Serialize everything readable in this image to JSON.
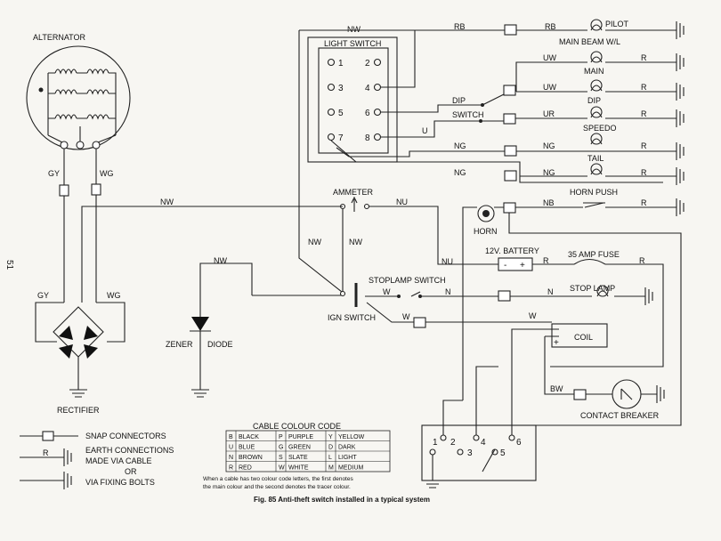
{
  "page_number": "51",
  "caption": "Fig. 85  Anti-theft switch installed in a typical system",
  "components": {
    "alternator": "ALTERNATOR",
    "rectifier": "RECTIFIER",
    "zener": "ZENER",
    "diode": "DIODE",
    "light_switch": "LIGHT SWITCH",
    "ammeter": "AMMETER",
    "ign_switch": "IGN SWITCH",
    "stoplamp_switch": "STOPLAMP SWITCH",
    "horn": "HORN",
    "horn_push": "HORN PUSH",
    "battery": "12V. BATTERY",
    "fuse": "35 AMP FUSE",
    "stop_lamp": "STOP LAMP",
    "coil": "COIL",
    "contact_breaker": "CONTACT BREAKER",
    "dip_switch": "DIP",
    "dip_switch_2": "SWITCH",
    "pilot": "PILOT",
    "main_beam": "MAIN BEAM W/L",
    "main": "MAIN",
    "dip_lamp": "DIP",
    "speedo": "SPEEDO",
    "tail": "TAIL"
  },
  "terminals": {
    "ls": [
      "1",
      "2",
      "3",
      "4",
      "5",
      "6",
      "7",
      "8"
    ],
    "sw": [
      "1",
      "2",
      "3",
      "4",
      "5",
      "6"
    ]
  },
  "wires": {
    "nw": "NW",
    "rb": "RB",
    "uw": "UW",
    "ur": "UR",
    "u": "U",
    "ng": "NG",
    "nu": "NU",
    "nb": "NB",
    "r": "R",
    "n": "N",
    "w": "W",
    "bw": "BW",
    "gy": "GY",
    "wg": "WG"
  },
  "legend": {
    "snap": "SNAP CONNECTORS",
    "earth1": "EARTH CONNECTIONS",
    "earth2": "MADE VIA CABLE",
    "or": "OR",
    "earth3": "VIA FIXING BOLTS",
    "r": "R"
  },
  "colour_code": {
    "title": "CABLE COLOUR CODE",
    "rows": [
      [
        "B",
        "BLACK",
        "P",
        "PURPLE",
        "Y",
        "YELLOW"
      ],
      [
        "U",
        "BLUE",
        "G",
        "GREEN",
        "D",
        "DARK"
      ],
      [
        "N",
        "BROWN",
        "S",
        "SLATE",
        "L",
        "LIGHT"
      ],
      [
        "R",
        "RED",
        "W",
        "WHITE",
        "M",
        "MEDIUM"
      ]
    ],
    "note1": "When a cable has two colour code letters, the first denotes",
    "note2": "the main colour and the second denotes the tracer colour."
  }
}
